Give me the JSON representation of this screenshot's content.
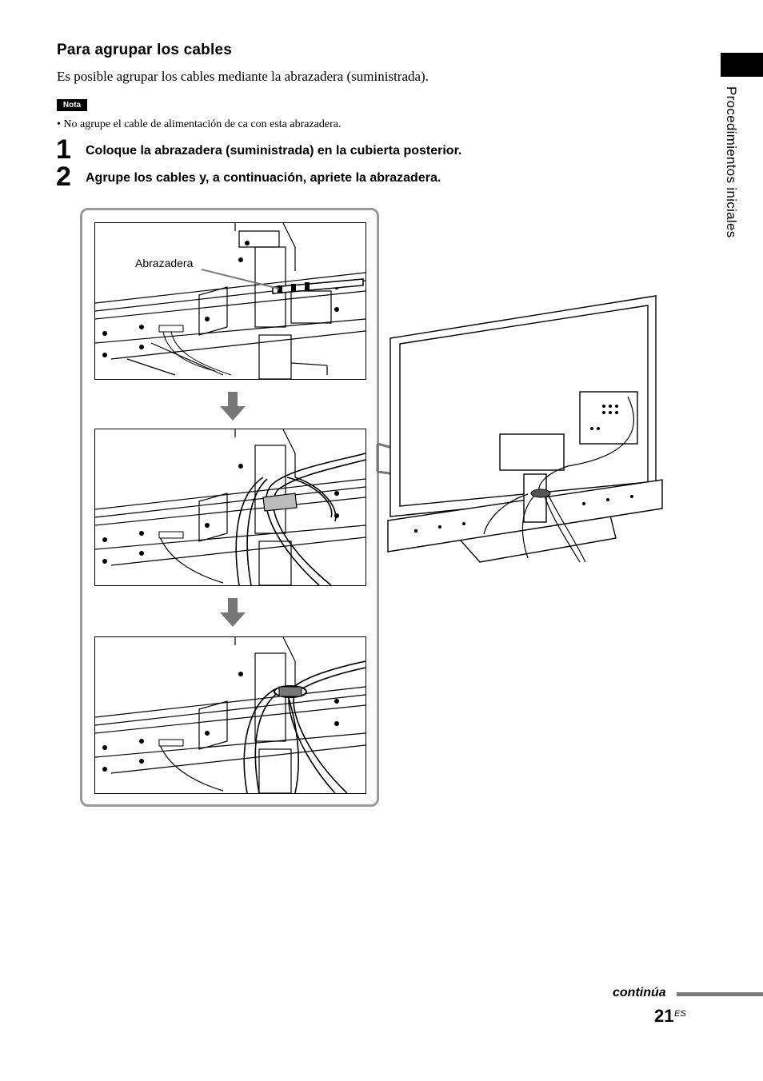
{
  "section": {
    "heading": "Para agrupar los cables",
    "intro": "Es posible agrupar los cables mediante la abrazadera (suministrada)."
  },
  "note": {
    "badge": "Nota",
    "text": "• No agrupe el cable de alimentación de ca con esta abrazadera."
  },
  "steps": [
    {
      "number": "1",
      "text": "Coloque la abrazadera (suministrada) en la cubierta posterior."
    },
    {
      "number": "2",
      "text": "Agrupe los cables y, a continuación, apriete la abrazadera."
    }
  ],
  "figure": {
    "callout_label": "Abrazadera"
  },
  "sidebar": {
    "label": "Procedimientos iniciales"
  },
  "footer": {
    "continues": "continúa",
    "page_number": "21",
    "page_suffix": "ES"
  }
}
